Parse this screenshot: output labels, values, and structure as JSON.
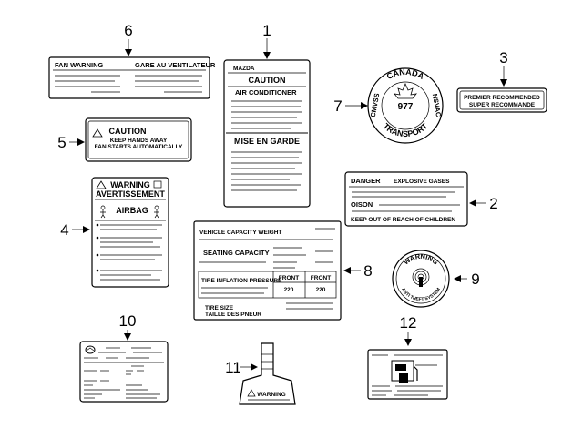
{
  "callouts": [
    "1",
    "2",
    "3",
    "4",
    "5",
    "6",
    "7",
    "8",
    "9",
    "10",
    "11",
    "12"
  ],
  "labels": {
    "fan_warning": {
      "left": "FAN WARNING",
      "right": "GARE AU VENTILATEUR"
    },
    "ac": {
      "brand": "MAZDA",
      "caution": "CAUTION",
      "system": "AIR CONDITIONER",
      "fr_caution": "MISE EN GARDE"
    },
    "transport_canada": {
      "top": "CANADA",
      "left": "CMVSS",
      "right": "NSVAC",
      "bottom": "TRANSPORT",
      "number": "977"
    },
    "fuel": {
      "line1": "PREMIER RECOMMENDED",
      "line2": "SUPER RECOMMANDE"
    },
    "fan_caution": {
      "title": "CAUTION",
      "line1": "KEEP HANDS AWAY",
      "line2": "FAN STARTS AUTOMATICALLY"
    },
    "airbag": {
      "warning": "WARNING",
      "fr_warning": "AVERTISSEMENT",
      "airbag": "AIRBAG"
    },
    "battery": {
      "danger": "DANGER",
      "gases": "EXPLOSIVE GASES",
      "poison": "OISON",
      "children": "KEEP OUT OF REACH OF CHILDREN"
    },
    "capacity": {
      "weight": "VEHICLE CAPACITY WEIGHT",
      "seating": "SEATING CAPACITY",
      "tire": "TIRE INFLATION PRESSURE",
      "front": "FRONT",
      "front_val": "220",
      "rear": "FRONT",
      "rear_val": "220",
      "tire_size": "TIRE SIZE",
      "fr_tire_size": "TAILLE DES PNEUR"
    },
    "antitheft": {
      "warning": "WARNING",
      "system": "ANTI THEFT SYSTEM"
    },
    "key_tag": {
      "warning": "WARNING"
    }
  }
}
